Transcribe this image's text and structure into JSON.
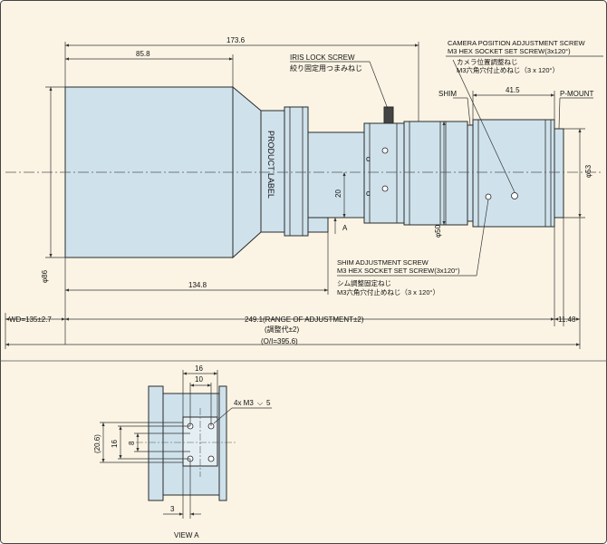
{
  "colors": {
    "background": "#fbf4e4",
    "body_fill": "#cfe2ec",
    "outline": "#2a2a2a",
    "dim_line": "#333333"
  },
  "labels": {
    "dim_173_6": "173.6",
    "dim_85_8": "85.8",
    "dim_41_5": "41.5",
    "dim_134_8": "134.8",
    "dim_20": "20",
    "dim_phi50": "φ50",
    "dim_phi53": "φ53",
    "dim_phi86": "φ86",
    "wd": "WD=135±2.7",
    "adjust_range": "249.1(RANGE OF ADJUSTMENT±2)",
    "adjust_range_jp": "(調整代±2)",
    "oi": "(O/I=395.6)",
    "dim_11_48": "11.48",
    "iris_lock_en": "IRIS LOCK SCREW",
    "iris_lock_jp": "絞り固定用つまみねじ",
    "camera_pos_en": "CAMERA POSITION ADJUSTMENT SCREW",
    "camera_pos_en2": "M3 HEX SOCKET SET SCREW(3x120°)",
    "camera_pos_jp": "カメラ位置調整ねじ",
    "camera_pos_jp2": "M3六角穴付止めねじ（3 x 120°）",
    "shim": "SHIM",
    "p_mount": "P-MOUNT",
    "product_label": "PRODUCT LABEL",
    "shim_adj_en": "SHIM ADJUSTMENT SCREW",
    "shim_adj_en2": "M3 HEX SOCKET SET SCREW(3x120°)",
    "shim_adj_jp": "シム調整固定ねじ",
    "shim_adj_jp2": "M3六角穴付止めねじ（3 x 120°）",
    "arrow_a": "A",
    "view_16": "16",
    "view_10": "10",
    "view_thread": "4x M3",
    "view_depth": "5",
    "view_20_6": "(20.6)",
    "view_16v": "16",
    "view_8": "8",
    "view_3": "3",
    "view_a": "VIEW A"
  }
}
